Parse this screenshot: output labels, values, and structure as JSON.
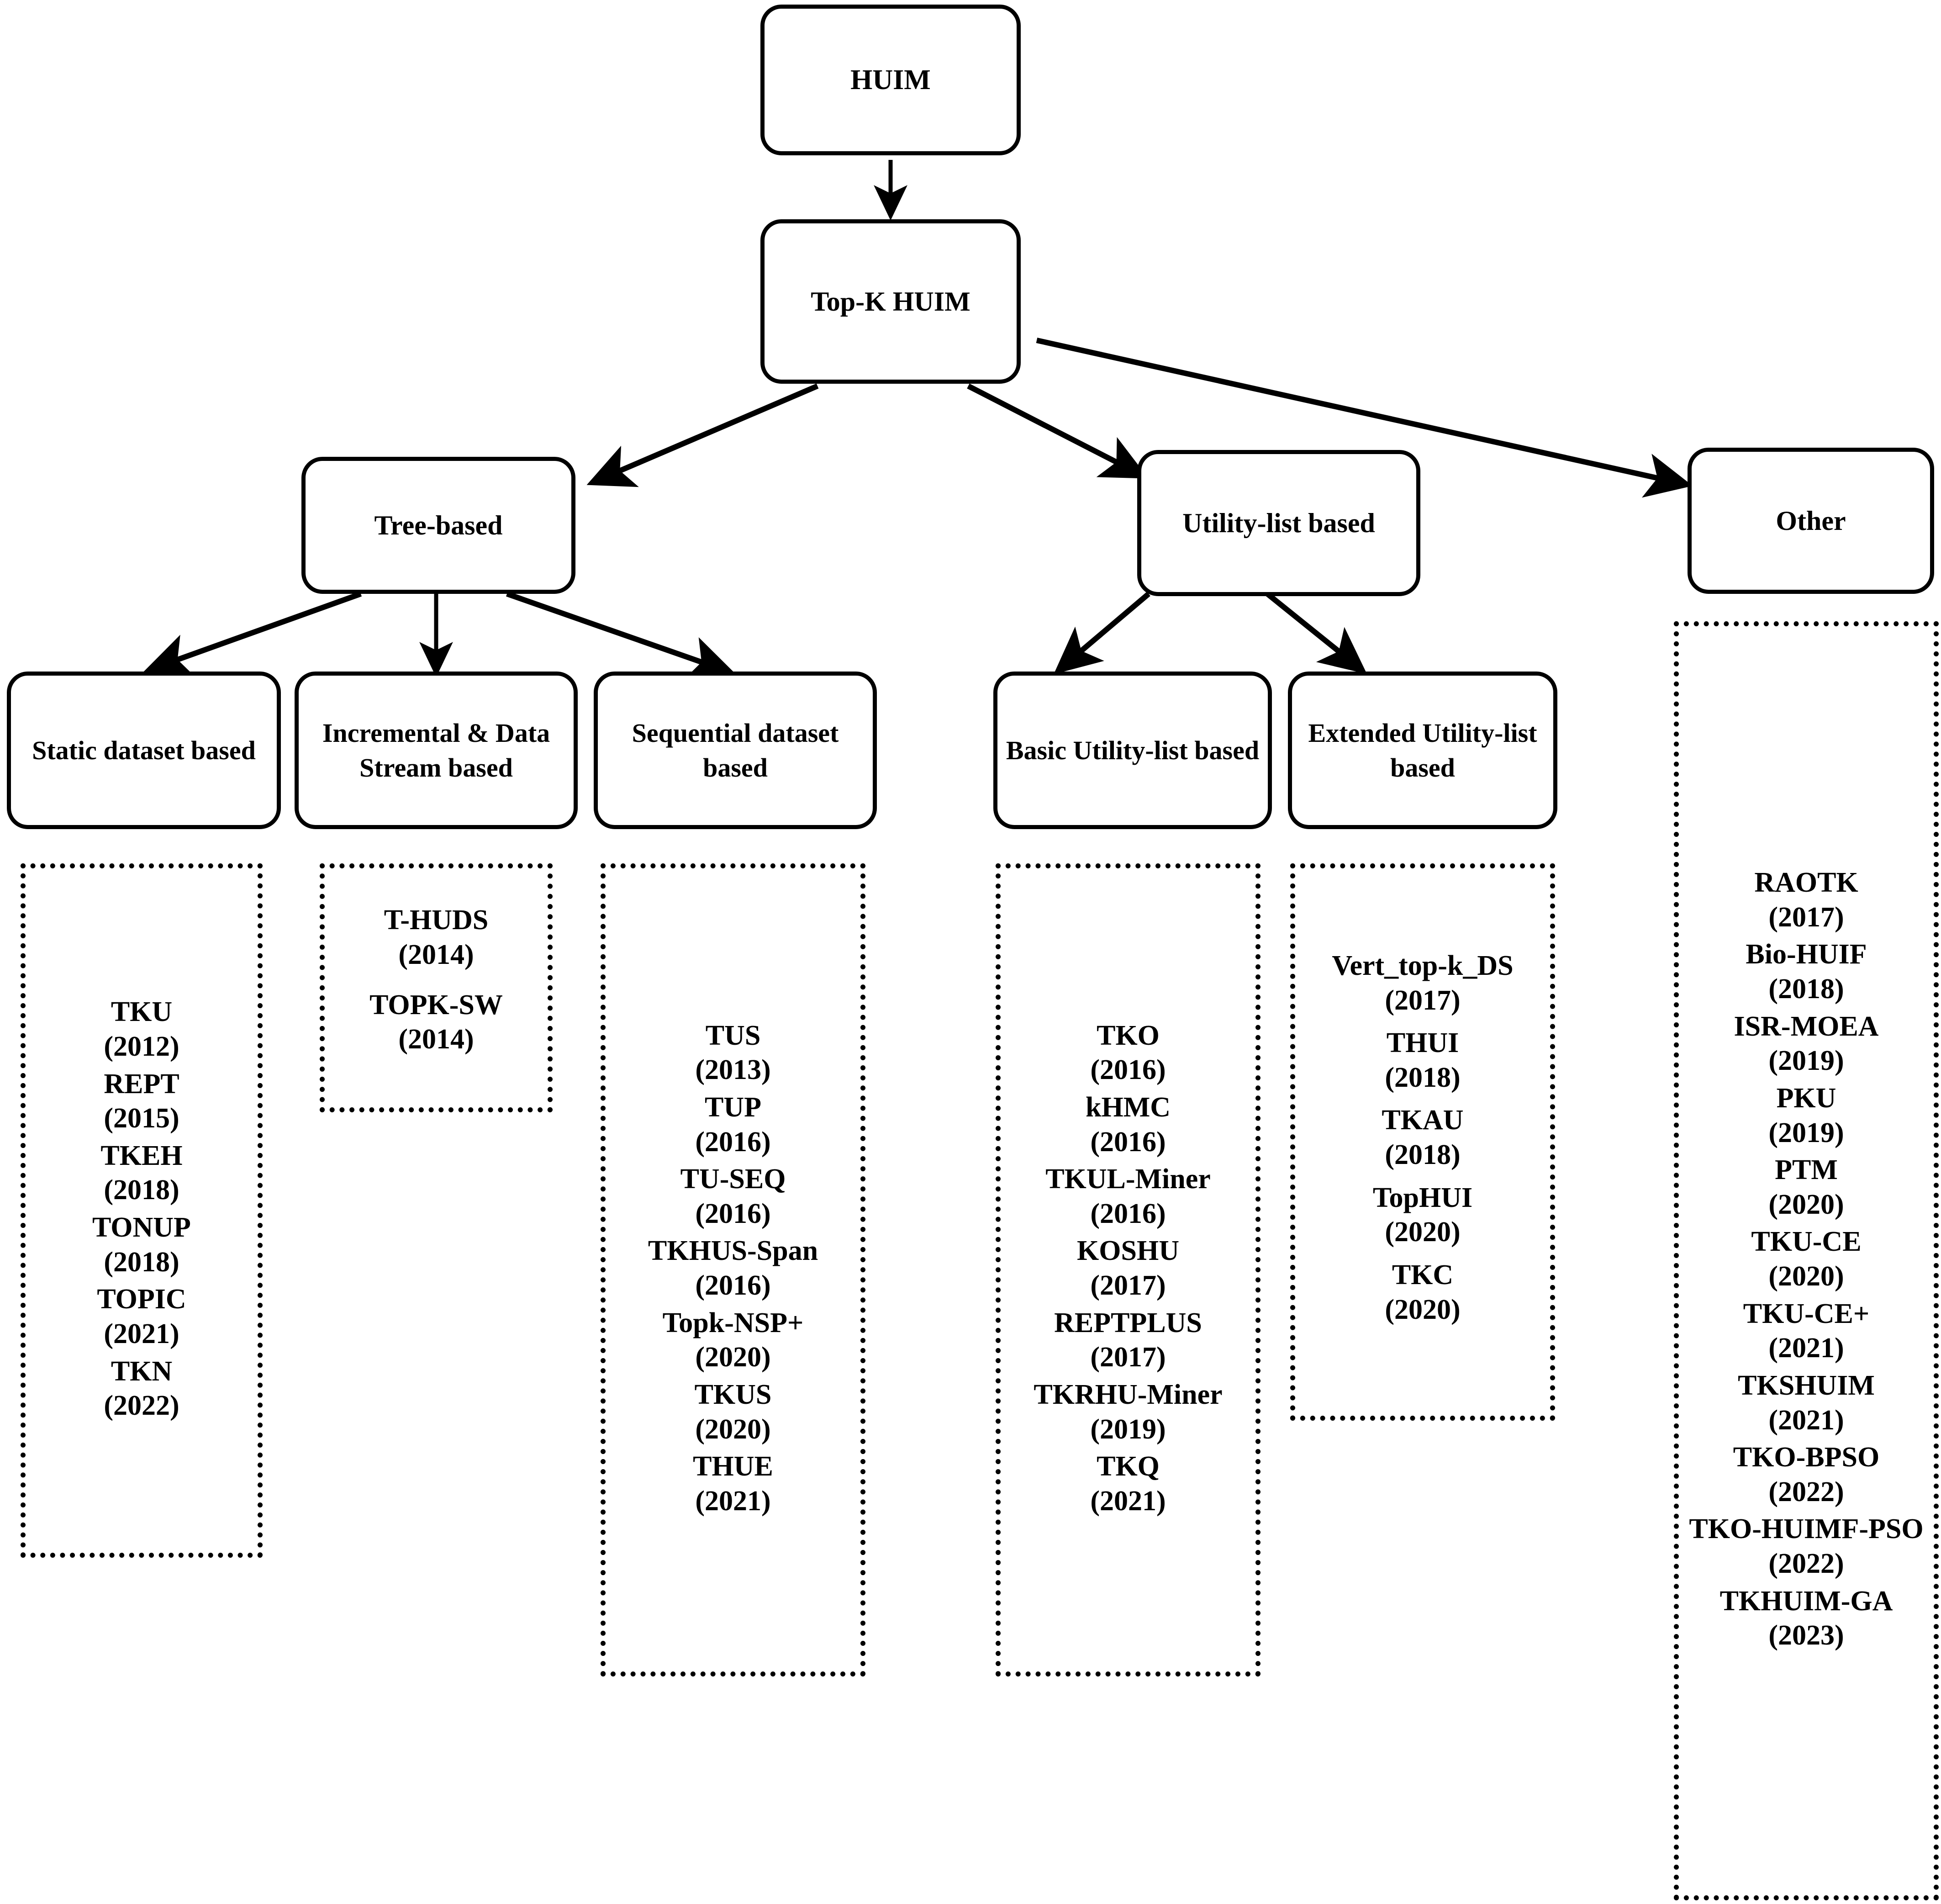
{
  "diagram": {
    "title_node": "HUIM",
    "root": {
      "label": "HUIM"
    },
    "level2": {
      "label": "Top-K HUIM"
    },
    "branches": [
      {
        "label": "Tree-based"
      },
      {
        "label": "Utility-list based"
      },
      {
        "label": "Other"
      }
    ],
    "categories": [
      {
        "label": "Static dataset based"
      },
      {
        "label": "Incremental & Data Stream based"
      },
      {
        "label": "Sequential dataset based"
      },
      {
        "label": "Basic Utility-list based"
      },
      {
        "label": "Extended Utility-list based"
      }
    ],
    "lists": {
      "static_dataset": [
        {
          "name": "TKU",
          "year": "(2012)"
        },
        {
          "name": "REPT",
          "year": "(2015)"
        },
        {
          "name": "TKEH",
          "year": "(2018)"
        },
        {
          "name": "TONUP",
          "year": "(2018)"
        },
        {
          "name": "TOPIC",
          "year": "(2021)"
        },
        {
          "name": "TKN",
          "year": "(2022)"
        }
      ],
      "incremental_stream": [
        {
          "name": "T-HUDS",
          "year": "(2014)"
        },
        {
          "name": "TOPK-SW",
          "year": "(2014)"
        }
      ],
      "sequential_dataset": [
        {
          "name": "TUS",
          "year": "(2013)"
        },
        {
          "name": "TUP",
          "year": "(2016)"
        },
        {
          "name": "TU-SEQ",
          "year": "(2016)"
        },
        {
          "name": "TKHUS-Span",
          "year": "(2016)"
        },
        {
          "name": "Topk-NSP+",
          "year": "(2020)"
        },
        {
          "name": "TKUS",
          "year": "(2020)"
        },
        {
          "name": "THUE",
          "year": "(2021)"
        }
      ],
      "basic_utility_list": [
        {
          "name": "TKO",
          "year": "(2016)"
        },
        {
          "name": "kHMC",
          "year": "(2016)"
        },
        {
          "name": "TKUL-Miner",
          "year": "(2016)"
        },
        {
          "name": "KOSHU",
          "year": "(2017)"
        },
        {
          "name": "REPTPLUS",
          "year": "(2017)"
        },
        {
          "name": "TKRHU-Miner",
          "year": "(2019)"
        },
        {
          "name": "TKQ",
          "year": "(2021)"
        }
      ],
      "extended_utility_list": [
        {
          "name": "Vert_top-k_DS",
          "year": "(2017)"
        },
        {
          "name": "THUI",
          "year": "(2018)"
        },
        {
          "name": "TKAU",
          "year": "(2018)"
        },
        {
          "name": "TopHUI",
          "year": "(2020)"
        },
        {
          "name": "TKC",
          "year": "(2020)"
        }
      ],
      "other": [
        {
          "name": "RAOTK",
          "year": "(2017)"
        },
        {
          "name": "Bio-HUIF",
          "year": "(2018)"
        },
        {
          "name": "ISR-MOEA",
          "year": "(2019)"
        },
        {
          "name": "PKU",
          "year": "(2019)"
        },
        {
          "name": "PTM",
          "year": "(2020)"
        },
        {
          "name": "TKU-CE",
          "year": "(2020)"
        },
        {
          "name": "TKU-CE+",
          "year": "(2021)"
        },
        {
          "name": "TKSHUIM",
          "year": "(2021)"
        },
        {
          "name": "TKO-BPSO",
          "year": "(2022)"
        },
        {
          "name": "TKO-HUIMF-PSO",
          "year": "(2022)"
        },
        {
          "name": "TKHUIM-GA",
          "year": "(2023)"
        }
      ]
    },
    "colors": {
      "stroke": "#000000",
      "background": "#ffffff"
    }
  }
}
